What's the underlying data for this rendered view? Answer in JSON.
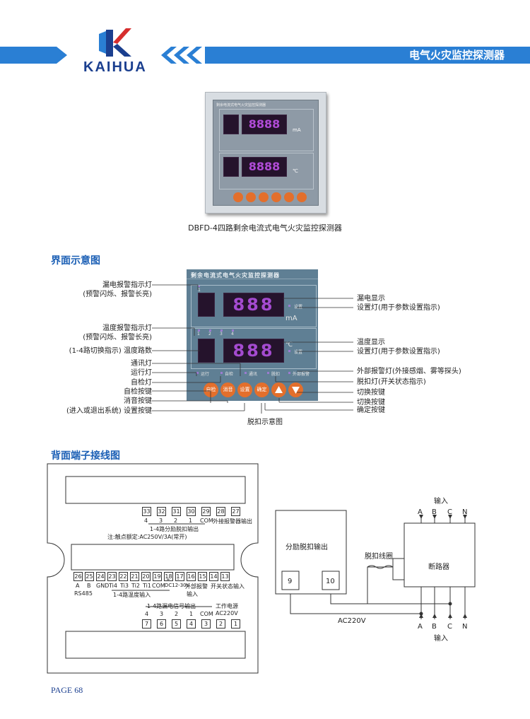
{
  "header": {
    "brand": "KAIHUA",
    "banner_title": "电气火灾监控探测器",
    "colors": {
      "brand_blue": "#1b3f8f",
      "brand_red": "#d62e2e",
      "banner_blue": "#2a7fd4"
    }
  },
  "photo": {
    "caption": "DBFD-4四路剩余电流式电气火灾监控探测器",
    "title": "剩余电流式电气火灾监控探测器",
    "digits": "8888",
    "unit_top": "mA",
    "unit_bottom": "℃"
  },
  "sections": {
    "interface": "界面示意图",
    "terminals": "背面端子接线图"
  },
  "panel": {
    "title": "剩余电流式电气火灾监控探测器",
    "channel_top": "1",
    "channels": [
      "1",
      "2",
      "3",
      "4"
    ],
    "digits": "888",
    "unit_top": "mA",
    "unit_bottom": "℃",
    "setting_label": "设置",
    "leds": [
      "运行",
      "自检",
      "通讯",
      "脱扣",
      "外部报警"
    ],
    "buttons": [
      "自检",
      "消音",
      "设置",
      "确定"
    ]
  },
  "callouts_left": [
    "漏电报警指示灯",
    "(预警闪烁、报警长亮)",
    "温度报警指示灯",
    "(预警闪烁、报警长亮)",
    "(1-4路切换指示) 温度路数",
    "通讯灯",
    "运行灯",
    "自检灯",
    "自检按键",
    "消音按键",
    "(进入或退出系统) 设置按键"
  ],
  "callouts_right": [
    "漏电显示",
    "设置灯(用于参数设置指示)",
    "温度显示",
    "设置灯(用于参数设置指示)",
    "外部报警灯(外接感烟、雾等探头)",
    "脱扣灯(开关状态指示)",
    "切换按键",
    "切换按键",
    "确定按键"
  ],
  "trip_caption": "脱扣示意图",
  "terminals": {
    "row1": {
      "numbers": [
        "33",
        "32",
        "31",
        "30",
        "29",
        "28",
        "27"
      ],
      "labels": [
        "4",
        "3",
        "2",
        "1",
        "COM",
        "外接报警器输出"
      ],
      "group": "1-4路分励脱扣输出",
      "note": "注:触点额定:AC250V/3A(常开)"
    },
    "row2": {
      "numbers": [
        "26",
        "25",
        "24",
        "23",
        "22",
        "21",
        "20",
        "19",
        "18",
        "17",
        "16",
        "15",
        "14",
        "13"
      ],
      "labels": [
        "A",
        "B",
        "GND",
        "Ti4",
        "Ti3",
        "Ti2",
        "Ti1",
        "COM",
        "DC12-30V",
        "外部报警",
        "开关状态输入"
      ],
      "plus": "+",
      "minus": "-",
      "rs485": "RS485",
      "group": "1-4路温度输入",
      "alarm_input": "输入"
    },
    "row3": {
      "group": "1-4路漏电信号输出",
      "power": "工作电源",
      "voltage": "AC220V",
      "labels": [
        "4",
        "3",
        "2",
        "1",
        "COM"
      ],
      "numbers": [
        "7",
        "6",
        "5",
        "4",
        "3",
        "2",
        "1"
      ]
    }
  },
  "wiring": {
    "shunt_output": "分励脱扣输出",
    "t9": "9",
    "t10": "10",
    "coil": "脱扣线圈",
    "breaker": "断路器",
    "input": "输入",
    "phases": [
      "A",
      "B",
      "C",
      "N"
    ],
    "ac": "AC220V"
  },
  "page": "PAGE 68"
}
